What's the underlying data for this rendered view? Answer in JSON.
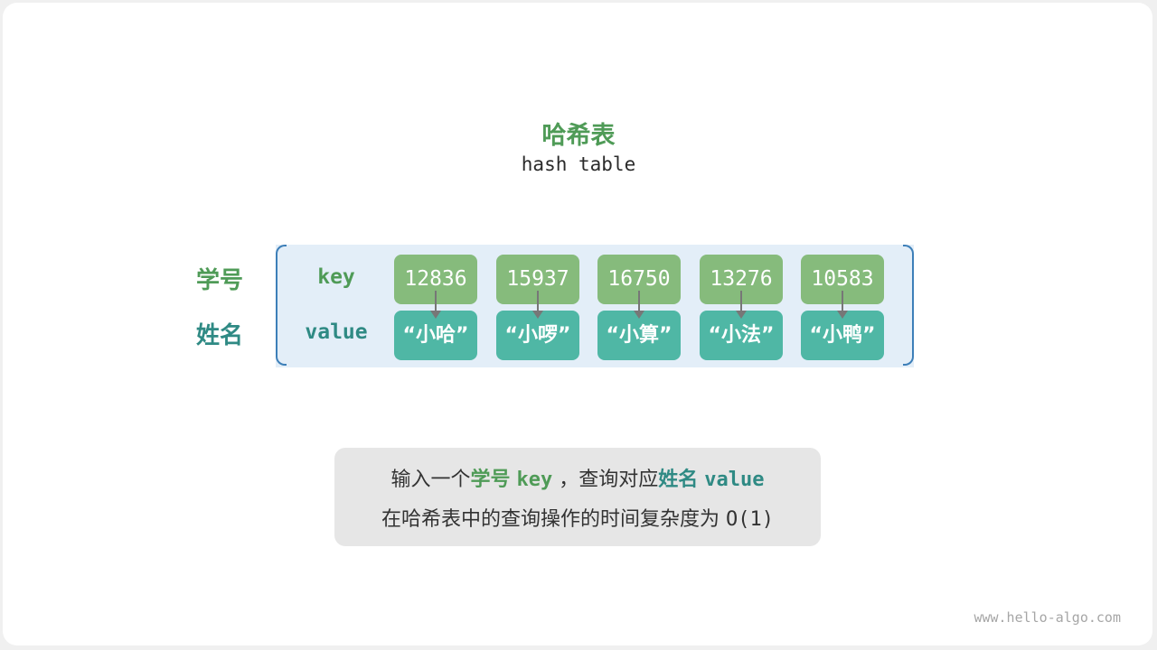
{
  "title": "哈希表",
  "subtitle": "hash table",
  "row_labels": {
    "key": "学号",
    "value": "姓名"
  },
  "column_labels": {
    "key": "key",
    "value": "value"
  },
  "pairs": [
    {
      "key": "12836",
      "value": "“小哈”"
    },
    {
      "key": "15937",
      "value": "“小啰”"
    },
    {
      "key": "16750",
      "value": "“小算”"
    },
    {
      "key": "13276",
      "value": "“小法”"
    },
    {
      "key": "10583",
      "value": "“小鸭”"
    }
  ],
  "note": {
    "line1": {
      "prefix": "输入一个",
      "key_label": "学号",
      "key_word": "key",
      "mid": "，查询对应",
      "value_label": "姓名",
      "value_word": "value"
    },
    "line2": {
      "text": "在哈希表中的查询操作的时间复杂度为",
      "complexity": "O(1)"
    }
  },
  "watermark": "www.hello-algo.com",
  "colors": {
    "key_green": "#4f9b57",
    "value_teal": "#2f8a84",
    "key_box": "#86bb7c",
    "value_box": "#4fb7a5",
    "panel_bg": "#e3eef8",
    "bracket": "#3d7fb8",
    "note_bg": "#e6e6e6"
  }
}
